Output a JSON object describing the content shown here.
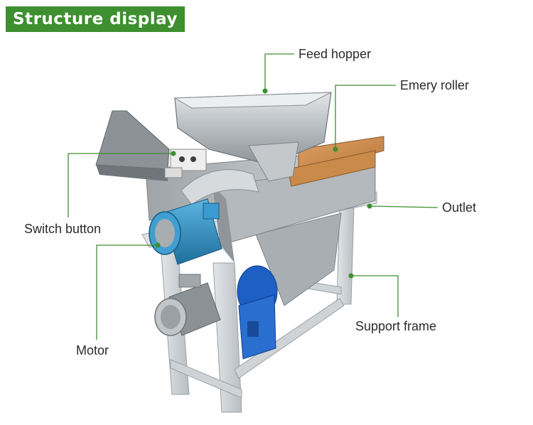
{
  "title": "Structure display",
  "colors": {
    "banner": "#3d8f2f",
    "leader_line": "#3d8f2f",
    "label_text": "#2b2b2b",
    "motor_blue": "#2a8ec8",
    "fan_blue": "#1e5fc4",
    "frame_grey": "#cfd3d6",
    "steel": "#b9bec2",
    "emery_roller": "#c98a4a"
  },
  "callouts": {
    "feed_hopper": "Feed hopper",
    "emery_roller": "Emery roller",
    "outlet": "Outlet",
    "switch_button": "Switch button",
    "support_frame": "Support frame",
    "motor": "Motor"
  }
}
